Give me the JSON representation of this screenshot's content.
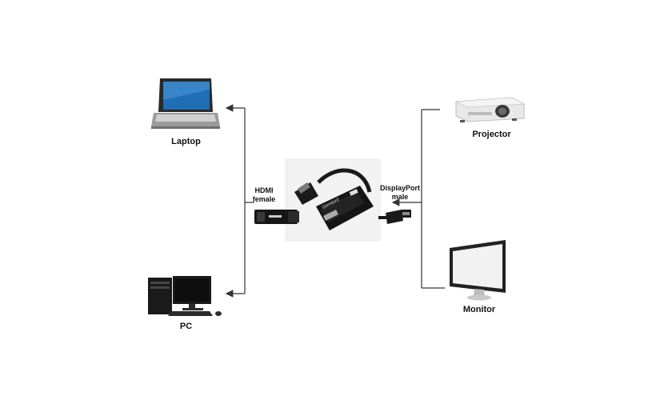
{
  "devices": {
    "laptop": {
      "label": "Laptop"
    },
    "pc": {
      "label": "PC"
    },
    "projector": {
      "label": "Projector"
    },
    "monitor": {
      "label": "Monitor"
    }
  },
  "connectors": {
    "hdmi": {
      "line1": "HDMI",
      "line2": "female"
    },
    "displayport": {
      "line1": "DisplayPort",
      "line2": "male"
    }
  },
  "adapter": {
    "brand_text": "Gembird"
  },
  "colors": {
    "line": "#333333",
    "device_dark": "#1a1a1a",
    "screen": "#1f6fb5"
  }
}
